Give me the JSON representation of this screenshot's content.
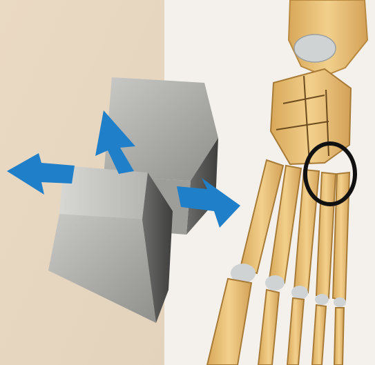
{
  "figure": {
    "left_panel": {
      "background": "#e7d8c5",
      "cube_color": "#a7a7a4",
      "arrow_color": "#1f7fc8",
      "arrows": [
        "left-arrow",
        "up-arrow",
        "right-arrow"
      ]
    },
    "right_panel": {
      "background": "#f4f0ec",
      "bone_color": "#e9c47c",
      "bone_shadow": "#c99a4a",
      "cartilage_color": "#cfd3d4",
      "highlight_circle_color": "#111111"
    }
  }
}
